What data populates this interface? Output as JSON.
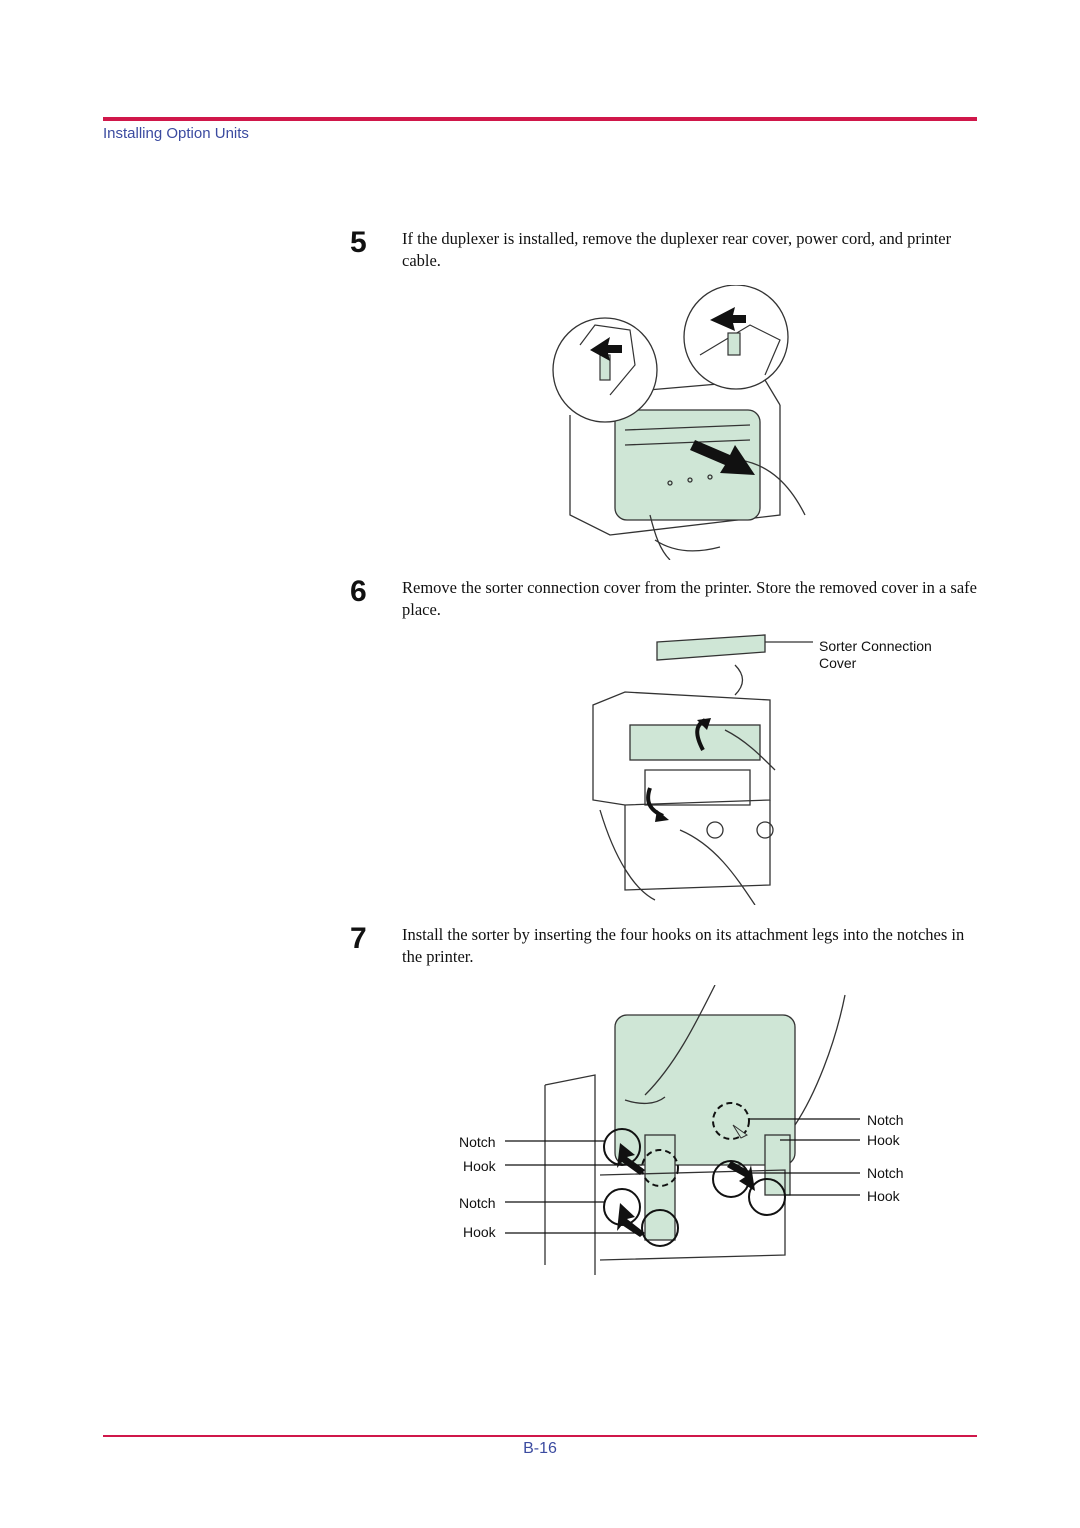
{
  "header": {
    "section_title": "Installing Option Units"
  },
  "steps": [
    {
      "number": "5",
      "text": "If the duplexer is installed, remove the duplexer rear cover, power cord, and printer cable."
    },
    {
      "number": "6",
      "text": "Remove the sorter connection cover from the printer. Store the removed cover in a safe place."
    },
    {
      "number": "7",
      "text": "Install the sorter by inserting the four hooks on its attachment legs into the notches in the printer."
    }
  ],
  "figure6": {
    "label_line1": "Sorter Connection",
    "label_line2": "Cover"
  },
  "figure7": {
    "left_labels": [
      "Notch",
      "Hook",
      "Notch",
      "Hook"
    ],
    "right_labels": [
      "Notch",
      "Hook",
      "Notch",
      "Hook"
    ]
  },
  "footer": {
    "page_number": "B-16"
  },
  "colors": {
    "accent": "#d0174a",
    "header_text": "#3b4ba0",
    "part_fill": "#cfe6d6"
  }
}
